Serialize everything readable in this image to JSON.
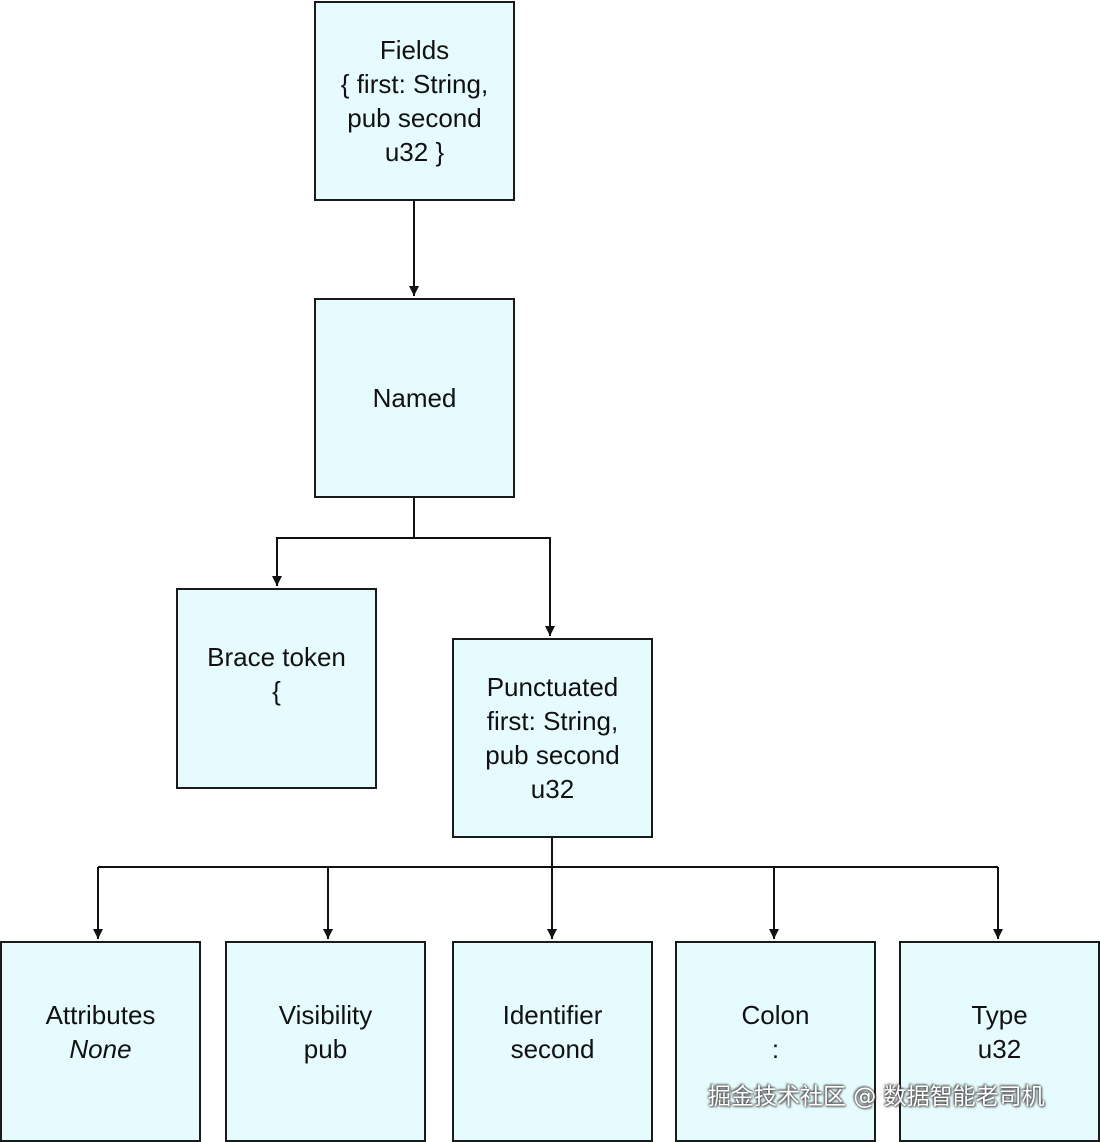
{
  "diagram": {
    "nodes": {
      "fields": {
        "lines": [
          "Fields",
          "{ first: String,",
          "pub second",
          "u32 }"
        ]
      },
      "named": {
        "lines": [
          "Named"
        ]
      },
      "brace_token": {
        "lines": [
          "Brace token",
          "{"
        ]
      },
      "punctuated": {
        "lines": [
          "Punctuated",
          "first: String,",
          "pub second",
          "u32"
        ]
      },
      "attributes": {
        "lines": [
          "Attributes",
          "None"
        ]
      },
      "visibility": {
        "lines": [
          "Visibility",
          "pub"
        ]
      },
      "identifier": {
        "lines": [
          "Identifier",
          "second"
        ]
      },
      "colon": {
        "lines": [
          "Colon",
          ":"
        ]
      },
      "type": {
        "lines": [
          "Type",
          "u32"
        ]
      }
    },
    "edges": [
      {
        "from": "fields",
        "to": "named"
      },
      {
        "from": "named",
        "to": "brace_token"
      },
      {
        "from": "named",
        "to": "punctuated"
      },
      {
        "from": "punctuated",
        "to": "attributes"
      },
      {
        "from": "punctuated",
        "to": "visibility"
      },
      {
        "from": "punctuated",
        "to": "identifier"
      },
      {
        "from": "punctuated",
        "to": "colon"
      },
      {
        "from": "punctuated",
        "to": "type"
      }
    ]
  },
  "watermark": "掘金技术社区 @ 数据智能老司机",
  "colors": {
    "node_fill": "#e6fbfd",
    "node_border": "#1a1a1a",
    "edge": "#111111"
  }
}
